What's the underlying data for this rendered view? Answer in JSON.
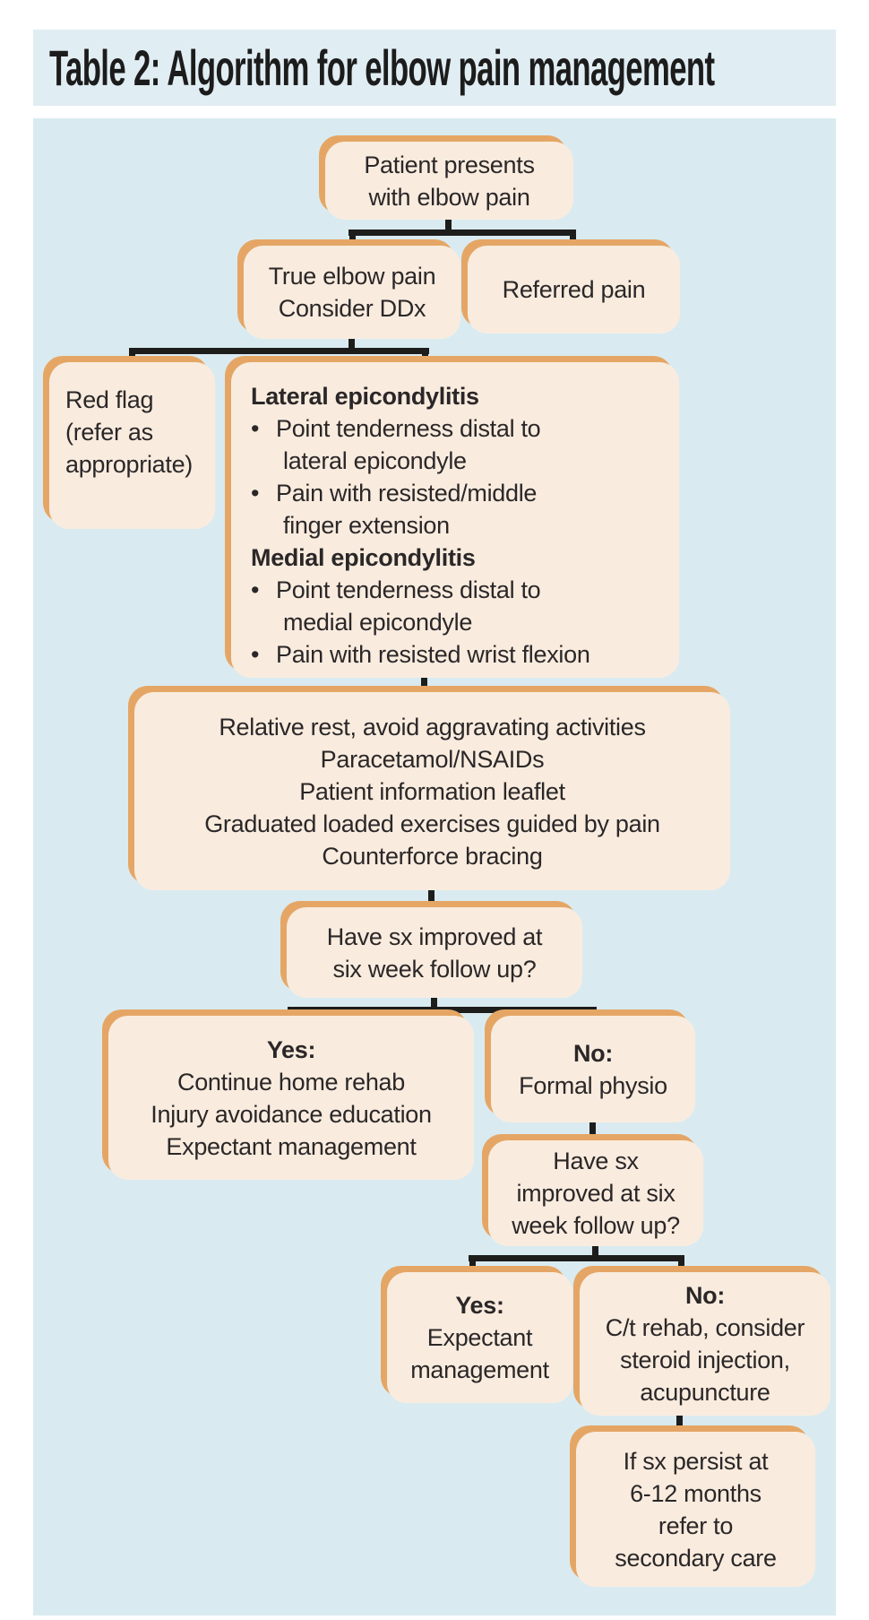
{
  "title": "Table 2: Algorithm for elbow pain management",
  "colors": {
    "title_band_bg": "#e0edf3",
    "panel_bg": "#d9ebf1",
    "node_fill": "#f9ecdf",
    "node_shadow": "#e5a665",
    "connector": "#1d1d1b",
    "text": "#2b2728"
  },
  "flowchart": {
    "bullet_glyph": "•",
    "nodes": [
      {
        "id": "patient-presents",
        "lines": [
          "Patient presents",
          "with elbow pain"
        ]
      },
      {
        "id": "true-elbow-pain",
        "lines": [
          "True elbow pain",
          "Consider DDx"
        ]
      },
      {
        "id": "referred-pain",
        "lines": [
          "Referred pain"
        ]
      },
      {
        "id": "red-flag",
        "lines": [
          "Red flag",
          "(refer as",
          "appropriate)"
        ]
      },
      {
        "id": "epicondylitis-findings",
        "lines": [
          {
            "text": "Lateral epicondylitis",
            "bold": true
          },
          {
            "text": "Point tenderness distal to",
            "bullet": true
          },
          {
            "text": "lateral epicondyle",
            "indent": true
          },
          {
            "text": "Pain with resisted/middle",
            "bullet": true
          },
          {
            "text": "finger extension",
            "indent": true
          },
          {
            "text": "Medial epicondylitis",
            "bold": true
          },
          {
            "text": "Point tenderness distal to",
            "bullet": true
          },
          {
            "text": "medial epicondyle",
            "indent": true
          },
          {
            "text": "Pain with resisted wrist flexion",
            "bullet": true
          }
        ]
      },
      {
        "id": "conservative-management",
        "lines": [
          "Relative rest, avoid aggravating activities",
          "Paracetamol/NSAIDs",
          "Patient information leaflet",
          "Graduated loaded exercises guided by pain",
          "Counterforce bracing"
        ]
      },
      {
        "id": "six-week-review-1",
        "lines": [
          "Have sx improved at",
          "six week follow up?"
        ]
      },
      {
        "id": "yes-continue-rehab",
        "lines": [
          {
            "text": "Yes:",
            "bold": true
          },
          "Continue home rehab",
          "Injury avoidance education",
          "Expectant management"
        ]
      },
      {
        "id": "no-formal-physio",
        "lines": [
          {
            "text": "No:",
            "bold": true
          },
          "Formal physio"
        ]
      },
      {
        "id": "six-week-review-2",
        "lines": [
          "Have sx",
          "improved at six",
          "week follow up?"
        ]
      },
      {
        "id": "yes-expectant-management",
        "lines": [
          {
            "text": "Yes:",
            "bold": true
          },
          "Expectant",
          "management"
        ]
      },
      {
        "id": "no-continue-rehab-injection",
        "lines": [
          {
            "text": "No:",
            "bold": true
          },
          "C/t rehab, consider",
          "steroid injection,",
          "acupuncture"
        ]
      },
      {
        "id": "refer-secondary-care",
        "lines": [
          "If sx persist at",
          "6-12 months",
          "refer to",
          "secondary care"
        ]
      }
    ]
  }
}
